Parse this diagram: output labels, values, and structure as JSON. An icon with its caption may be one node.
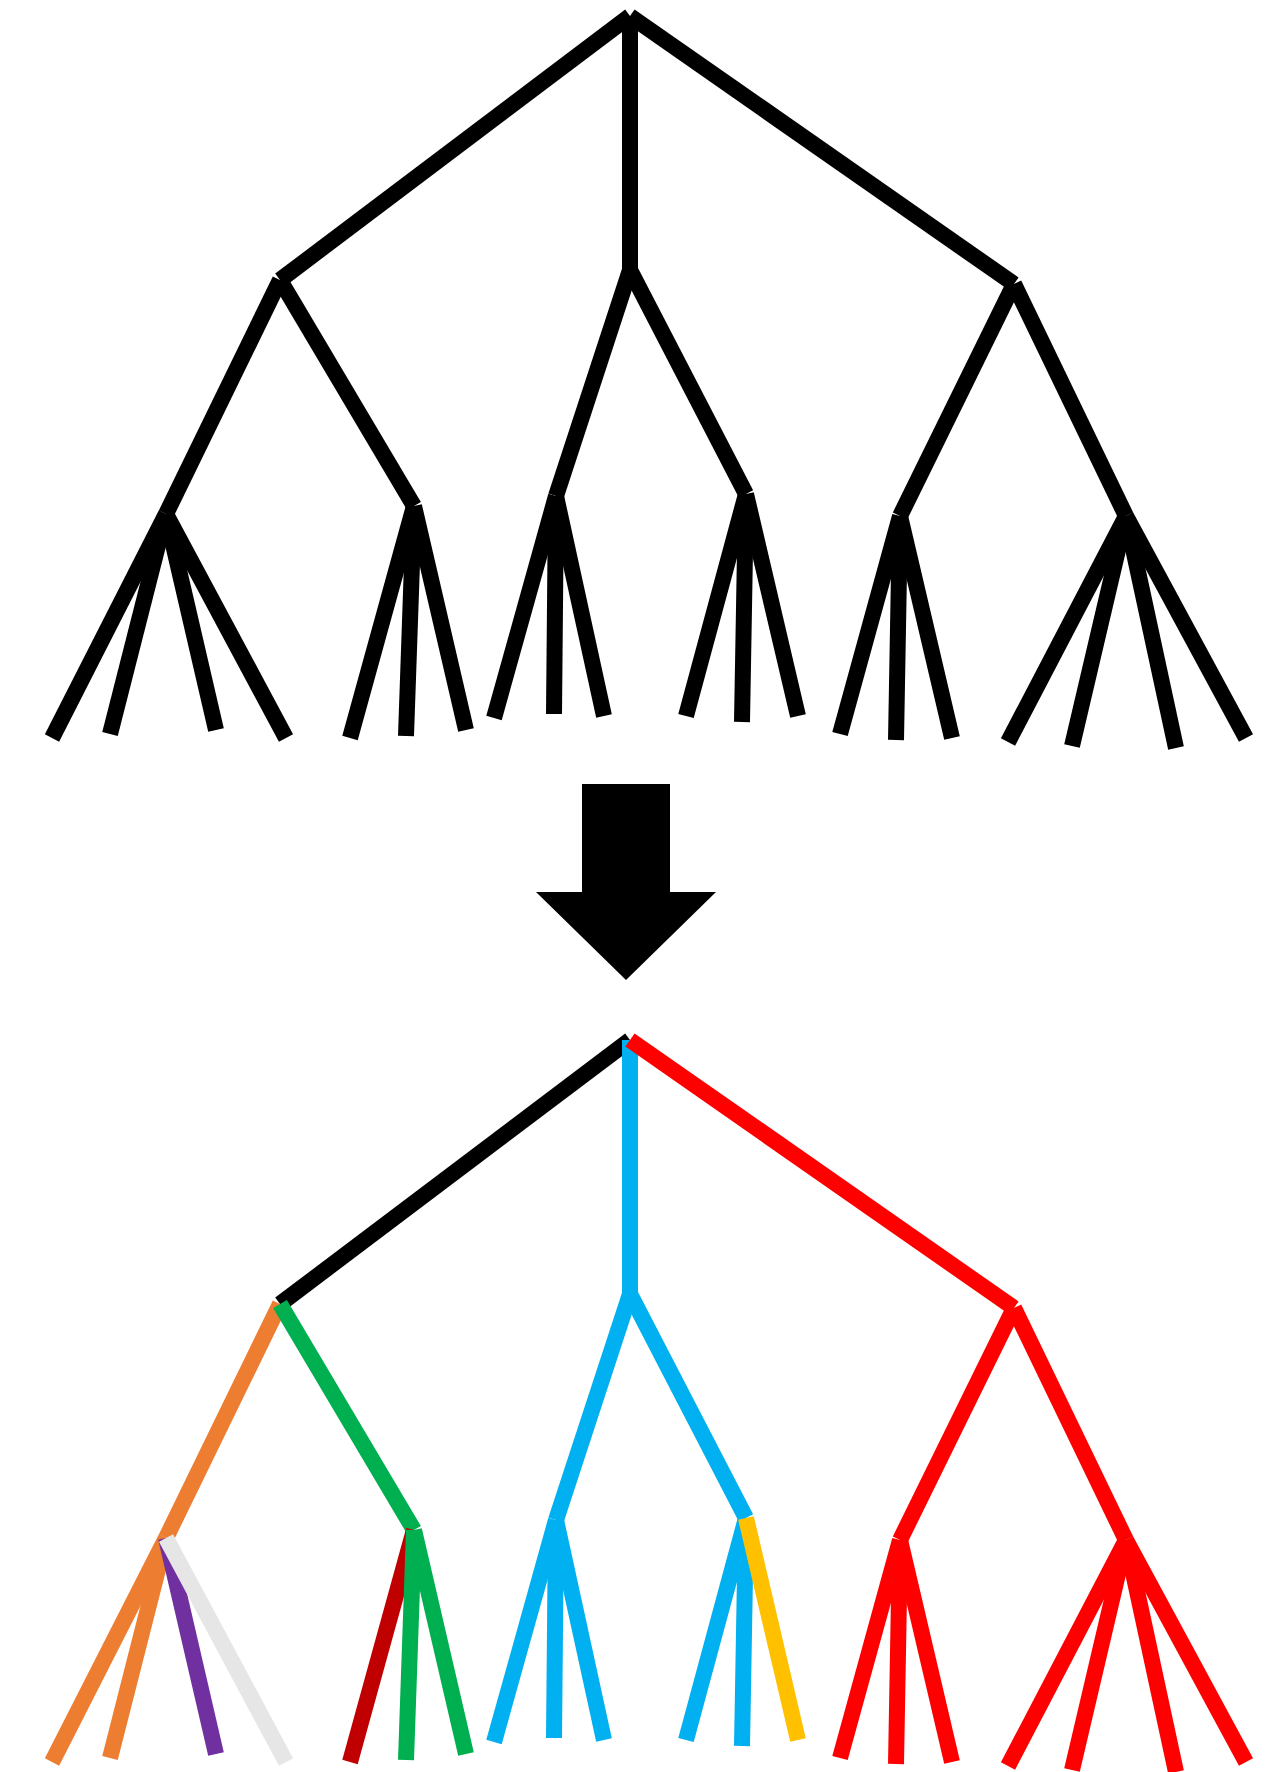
{
  "diagram": {
    "nodes": [
      {
        "text": [],
        "shape": "picture"
      },
      {
        "text": [],
        "shape": "picture"
      }
    ],
    "edges": [
      {
        "from": 0,
        "to": 1,
        "arrow": "to",
        "style": "thick"
      }
    ]
  }
}
